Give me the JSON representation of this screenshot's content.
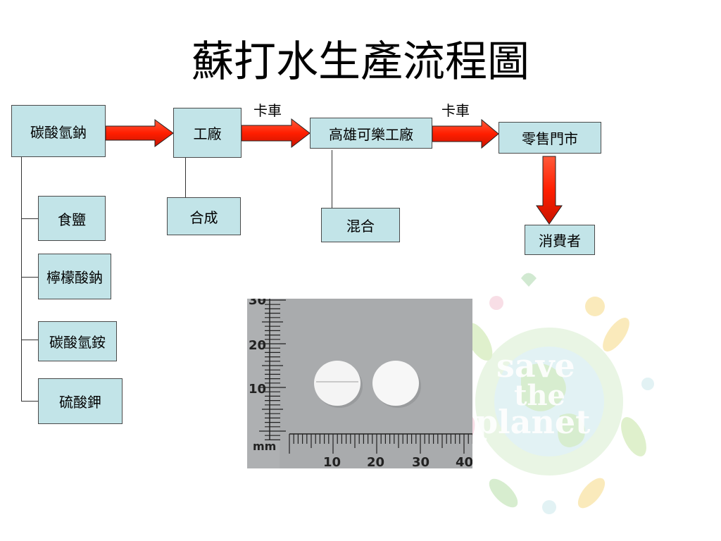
{
  "title": "蘇打水生產流程圖",
  "nodes": {
    "sodium_bicarbonate": "碳酸氫鈉",
    "factory": "工廠",
    "kaohsiung_coke_factory": "高雄可樂工廠",
    "retail_store": "零售門市",
    "consumer": "消費者",
    "synthesis": "合成",
    "mixing": "混合",
    "salt": "食鹽",
    "sodium_citrate": "檸檬酸鈉",
    "ammonium_bicarbonate": "碳酸氫銨",
    "potassium_sulfate": "硫酸鉀"
  },
  "edge_labels": {
    "truck_1": "卡車",
    "truck_2": "卡車"
  },
  "photo": {
    "ruler_unit": "mm",
    "ruler_vertical_ticks": [
      "30",
      "20",
      "10"
    ],
    "ruler_horizontal_ticks": [
      "10",
      "20",
      "30",
      "40"
    ]
  },
  "decoration": {
    "line1": "save",
    "line2": "the",
    "line3": "planet"
  },
  "colors": {
    "box_fill": "#c2e4e8",
    "arrow_fill": "#ff2200",
    "photo_bg": "#a9abad"
  }
}
